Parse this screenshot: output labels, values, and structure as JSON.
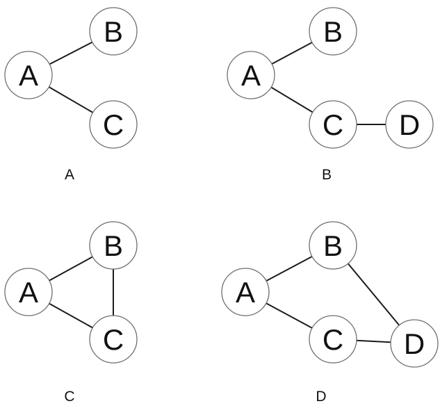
{
  "diagrams": [
    {
      "caption": "A",
      "nodes": [
        {
          "id": "A",
          "label": "A"
        },
        {
          "id": "B",
          "label": "B"
        },
        {
          "id": "C",
          "label": "C"
        }
      ],
      "edges": [
        [
          "A",
          "B"
        ],
        [
          "A",
          "C"
        ]
      ]
    },
    {
      "caption": "B",
      "nodes": [
        {
          "id": "A",
          "label": "A"
        },
        {
          "id": "B",
          "label": "B"
        },
        {
          "id": "C",
          "label": "C"
        },
        {
          "id": "D",
          "label": "D"
        }
      ],
      "edges": [
        [
          "A",
          "B"
        ],
        [
          "A",
          "C"
        ],
        [
          "C",
          "D"
        ]
      ]
    },
    {
      "caption": "C",
      "nodes": [
        {
          "id": "A",
          "label": "A"
        },
        {
          "id": "B",
          "label": "B"
        },
        {
          "id": "C",
          "label": "C"
        }
      ],
      "edges": [
        [
          "A",
          "B"
        ],
        [
          "A",
          "C"
        ],
        [
          "B",
          "C"
        ]
      ]
    },
    {
      "caption": "D",
      "nodes": [
        {
          "id": "A",
          "label": "A"
        },
        {
          "id": "B",
          "label": "B"
        },
        {
          "id": "C",
          "label": "C"
        },
        {
          "id": "D",
          "label": "D"
        }
      ],
      "edges": [
        [
          "A",
          "B"
        ],
        [
          "A",
          "C"
        ],
        [
          "B",
          "D"
        ],
        [
          "C",
          "D"
        ]
      ]
    }
  ]
}
